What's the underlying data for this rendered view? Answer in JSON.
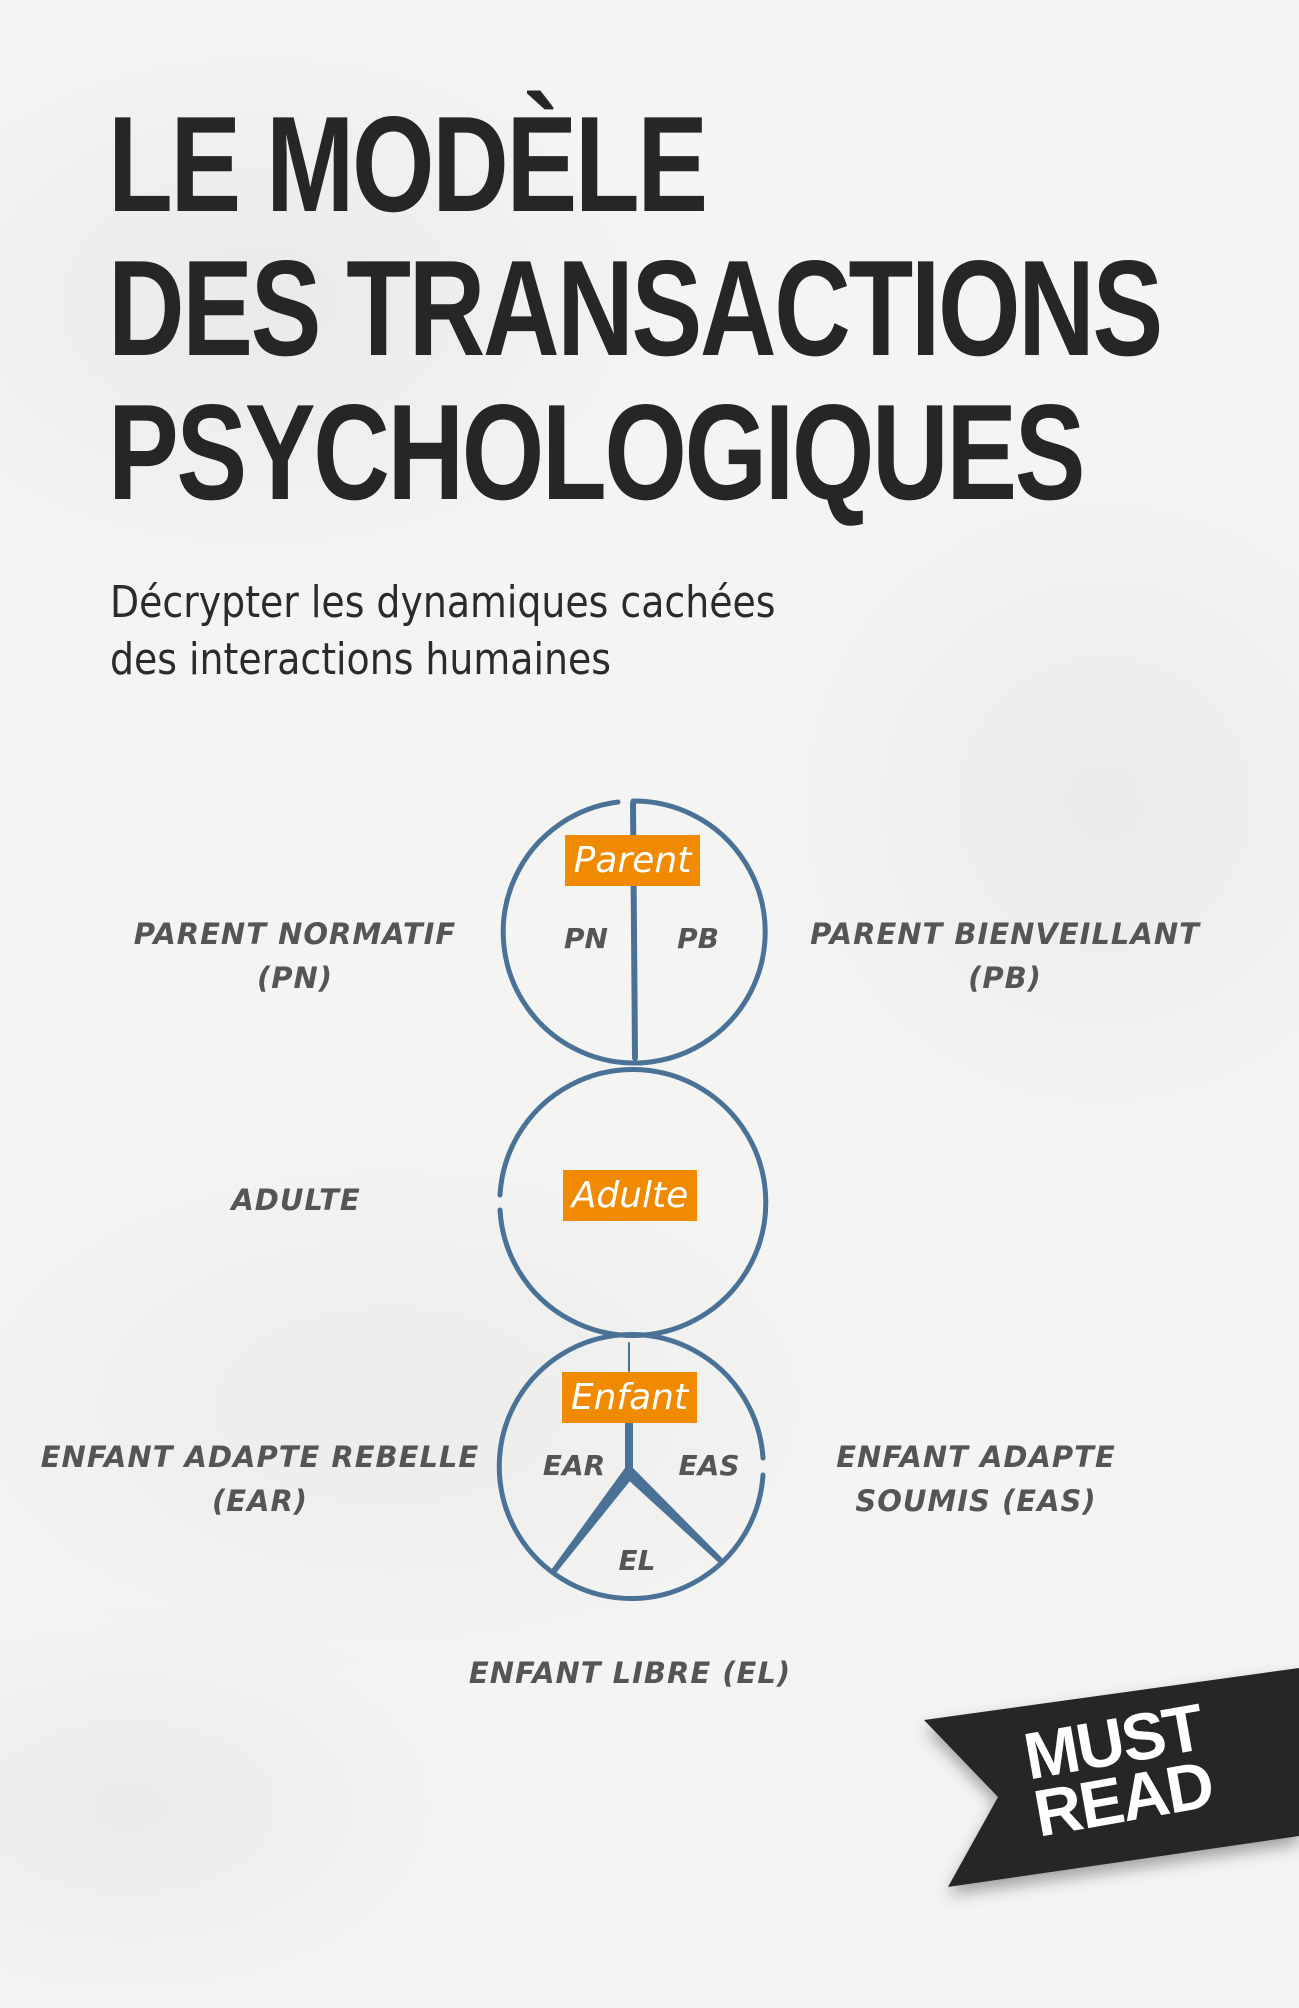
{
  "cover": {
    "title_lines": [
      "LE MODÈLE",
      "DES TRANSACTIONS",
      "PSYCHOLOGIQUES"
    ],
    "subtitle_lines": [
      "Décrypter les dynamiques cachées",
      "des interactions humaines"
    ],
    "badge": {
      "lines": [
        "MUST",
        "READ"
      ],
      "color": "#262626",
      "text_color": "#ffffff"
    }
  },
  "diagram": {
    "line_color": "#4a7296",
    "tag_color": "#f08a00",
    "states": [
      {
        "tag": "Parent",
        "inner_labels": [
          "PN",
          "PB"
        ],
        "side_labels": {
          "left": [
            "PARENT NORMATIF",
            "(PN)"
          ],
          "right": [
            "PARENT BIENVEILLANT",
            "(PB)"
          ]
        }
      },
      {
        "tag": "Adulte",
        "inner_labels": [],
        "side_labels": {
          "left": [
            "ADULTE"
          ]
        }
      },
      {
        "tag": "Enfant",
        "inner_labels": [
          "EAR",
          "EAS",
          "EL"
        ],
        "side_labels": {
          "left": [
            "ENFANT ADAPTE REBELLE",
            "(EAR)"
          ],
          "right": [
            "ENFANT ADAPTE",
            "SOUMIS (EAS)"
          ],
          "bottom": [
            "ENFANT LIBRE (EL)"
          ]
        }
      }
    ]
  }
}
